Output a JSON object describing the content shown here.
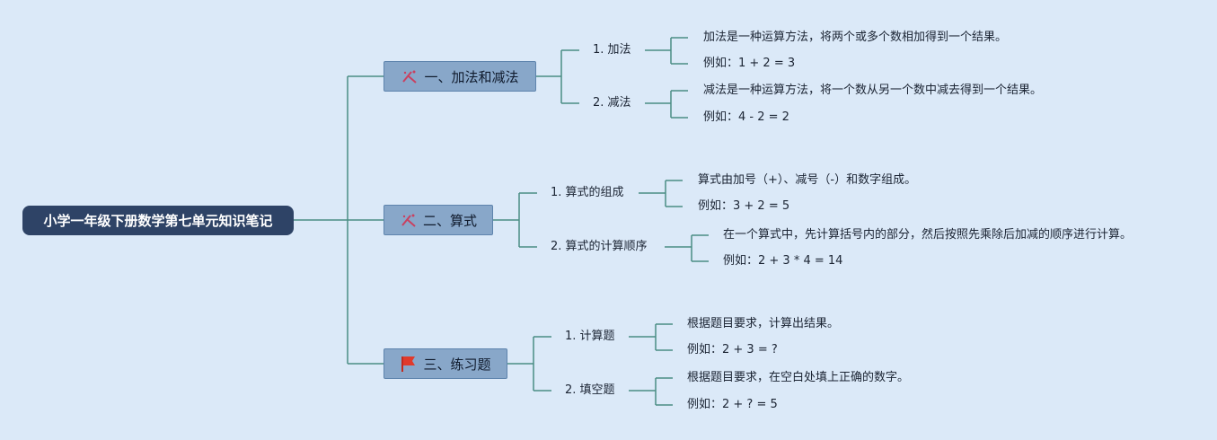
{
  "root": {
    "label": "小学一年级下册数学第七单元知识笔记"
  },
  "colors": {
    "root_bg": "#2e4366",
    "topic_bg": "#88a7c9",
    "line": "#4a8d84",
    "background": "#dbe9f8"
  },
  "topics": [
    {
      "label": "一、加法和减法",
      "icon": "sparkle-icon",
      "children": [
        {
          "label": "1. 加法",
          "leaves": [
            "加法是一种运算方法，将两个或多个数相加得到一个结果。",
            "例如：1 + 2 = 3"
          ]
        },
        {
          "label": "2. 减法",
          "leaves": [
            "减法是一种运算方法，将一个数从另一个数中减去得到一个结果。",
            "例如：4 - 2 = 2"
          ]
        }
      ]
    },
    {
      "label": "二、算式",
      "icon": "sparkle-icon",
      "children": [
        {
          "label": "1. 算式的组成",
          "leaves": [
            "算式由加号（+）、减号（-）和数字组成。",
            "例如：3 + 2 = 5"
          ]
        },
        {
          "label": "2. 算式的计算顺序",
          "leaves": [
            "在一个算式中，先计算括号内的部分，然后按照先乘除后加减的顺序进行计算。",
            "例如：2 + 3 * 4 = 14"
          ]
        }
      ]
    },
    {
      "label": "三、练习题",
      "icon": "red-flag-icon",
      "children": [
        {
          "label": "1. 计算题",
          "leaves": [
            "根据题目要求，计算出结果。",
            "例如：2 + 3 = ?"
          ]
        },
        {
          "label": "2. 填空题",
          "leaves": [
            "根据题目要求，在空白处填上正确的数字。",
            "例如：2 + ? = 5"
          ]
        }
      ]
    }
  ]
}
